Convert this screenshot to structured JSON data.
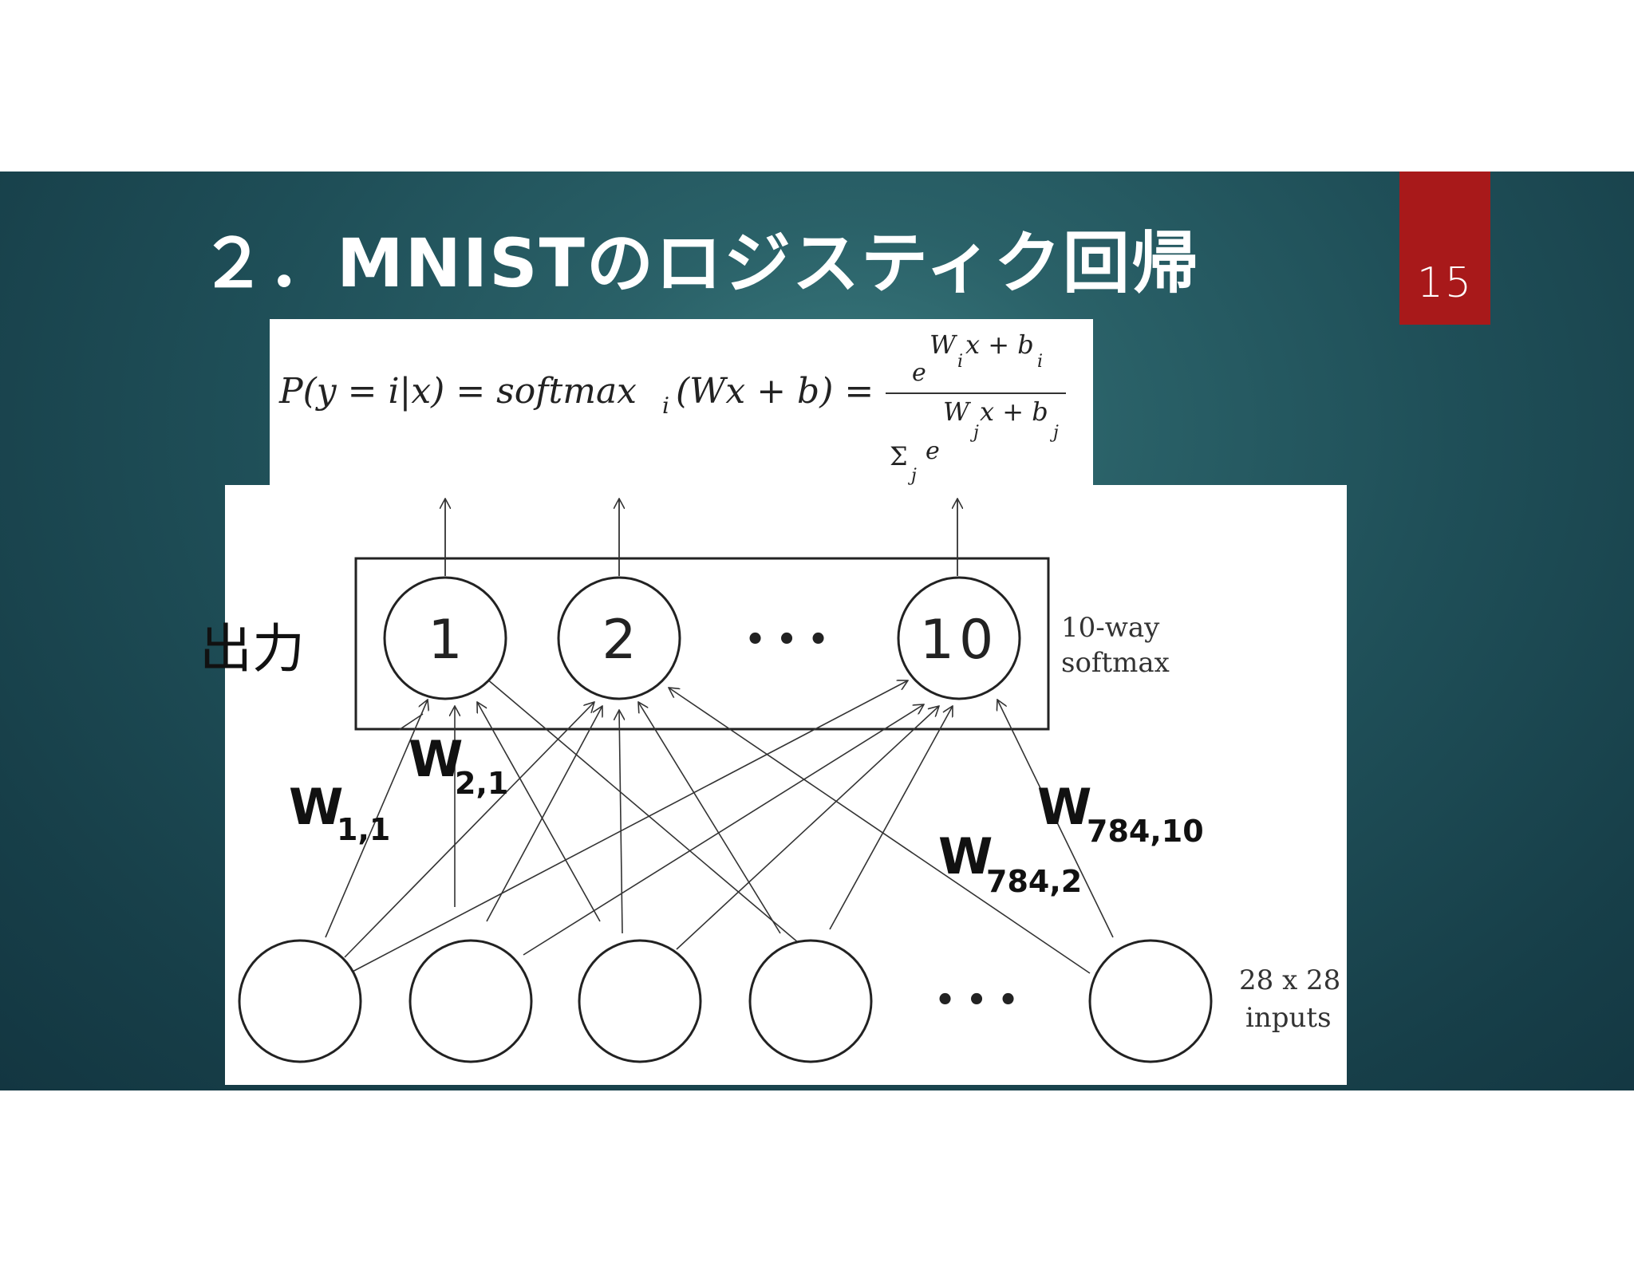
{
  "slide": {
    "page_number": "15",
    "title": "２．MNISTのロジスティク回帰"
  },
  "formula": {
    "lhs": "P(y = i|x) = softmax",
    "lhs_sub": "i",
    "mid": "(Wx + b) =",
    "num_base": "e",
    "num_exp": "W",
    "num_exp_sub": "i",
    "num_exp_rest": "x + b",
    "num_exp_rest_sub": "i",
    "den_sigma": "Σ",
    "den_sigma_sub": "j",
    "den_base": "e",
    "den_exp": "W",
    "den_exp_sub": "j",
    "den_exp_rest": "x + b",
    "den_exp_rest_sub": "j"
  },
  "diagram": {
    "output_label": "出力",
    "output_nodes": [
      "1",
      "2",
      "10"
    ],
    "output_ellipsis": "• • •",
    "input_ellipsis": "• • •",
    "softmax_label_line1": "10-way",
    "softmax_label_line2": "softmax",
    "inputs_label_line1": "28 x 28",
    "inputs_label_line2": "inputs",
    "weights": [
      {
        "base": "W",
        "sub": "1,1"
      },
      {
        "base": "W",
        "sub": "2,1"
      },
      {
        "base": "W",
        "sub": "784,2"
      },
      {
        "base": "W",
        "sub": "784,10"
      }
    ]
  }
}
